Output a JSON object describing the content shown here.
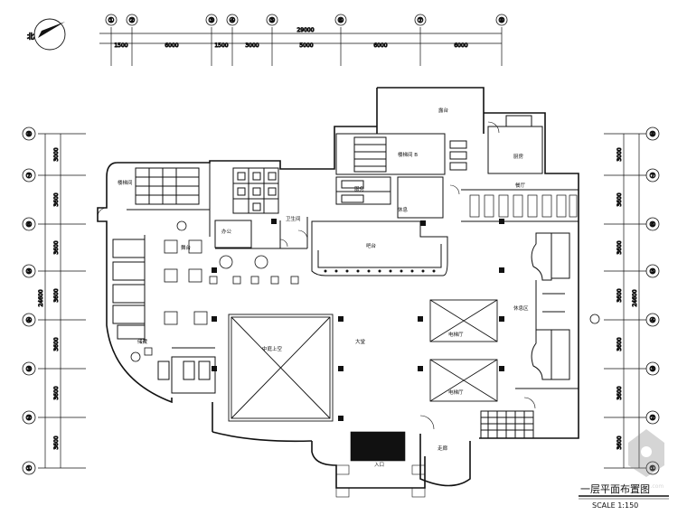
{
  "north_label": "北",
  "top_dims": {
    "total": "29000",
    "segments": [
      "1500",
      "6000",
      "1500",
      "3000",
      "5000",
      "6000",
      "6000"
    ]
  },
  "top_axes": [
    "①",
    "②",
    "③",
    "④",
    "⑤",
    "⑥",
    "⑦",
    "⑧"
  ],
  "left_axes": [
    "⑧",
    "⑦",
    "⑥",
    "⑤",
    "④",
    "③",
    "②",
    "①"
  ],
  "right_axes": [
    "⑧",
    "⑦",
    "⑥",
    "⑤",
    "④",
    "③",
    "②",
    "①"
  ],
  "side_dims": {
    "total": "24600",
    "segments": [
      "3000",
      "3600",
      "3600",
      "3600",
      "3600",
      "3600",
      "3600"
    ]
  },
  "rooms": {
    "terrace": "露台",
    "stair_left": "楼梯间",
    "office": "办公",
    "wc": "卫生间",
    "stair_center": "楼梯间 B",
    "service": "服务",
    "bar": "吧台",
    "restaurant": "餐厅",
    "kitchen": "厨房",
    "atrium": "中庭上空",
    "hall": "大堂",
    "elevator1": "电梯厅",
    "elevator2": "电梯厅",
    "bench": "休息区",
    "entrance": "入口",
    "corridor": "走廊",
    "lobby_side": "休息",
    "stage": "舞台",
    "storage": "储藏"
  },
  "title": "一层平面布置图",
  "scale": "SCALE  1:150",
  "watermark": "zhulong.com"
}
